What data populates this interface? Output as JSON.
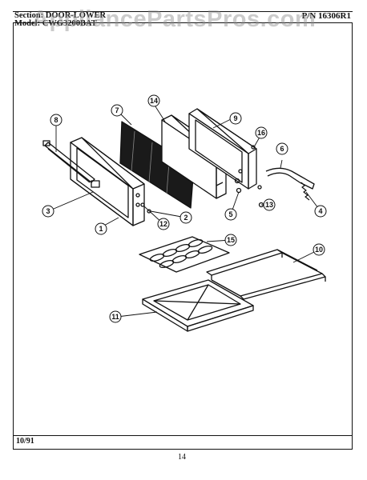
{
  "header": {
    "section_label": "Section:",
    "section_value": "DOOR-LOWER",
    "model_label": "Model:",
    "model_value": "CWG3200BAT",
    "part_number": "P/N 16306R1"
  },
  "watermark": "AppliancePartsPros.com",
  "footer": {
    "date": "10/91",
    "page": "14"
  },
  "callouts": {
    "c1": "1",
    "c2": "2",
    "c3": "3",
    "c4": "4",
    "c5": "5",
    "c6": "6",
    "c7": "7",
    "c8": "8",
    "c9": "9",
    "c10": "10",
    "c11": "11",
    "c12": "12",
    "c13": "13",
    "c14": "14",
    "c15": "15",
    "c16": "16"
  }
}
